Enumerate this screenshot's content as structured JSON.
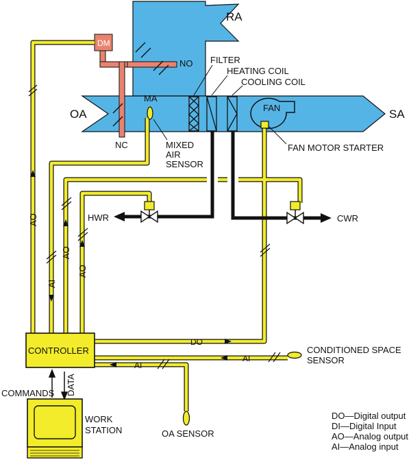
{
  "colors": {
    "duct": "#55b4e6",
    "signal_wire": "#f2ec2a",
    "wire_outline": "#111111",
    "damper_link": "#e8836f",
    "pipe": "#111111",
    "controller": "#f2ec2a",
    "workstation": "#f2ec2a"
  },
  "labels": {
    "ra": "RA",
    "oa": "OA",
    "sa": "SA",
    "ma": "MA",
    "dm": "DM",
    "no": "NO",
    "nc": "NC",
    "filter": "FILTER",
    "heating_coil": "HEATING COIL",
    "cooling_coil": "COOLING COIL",
    "fan": "FAN",
    "fan_motor_starter": "FAN MOTOR STARTER",
    "mixed_air_sensor": [
      "MIXED",
      "AIR",
      "SENSOR"
    ],
    "hwr": "HWR",
    "cwr": "CWR",
    "controller": "CONTROLLER",
    "commands": "COMMANDS",
    "data": "DATA",
    "work_station": [
      "WORK",
      "STATION"
    ],
    "oa_sensor": "OA SENSOR",
    "conditioned_space_sensor": [
      "CONDITIONED SPACE",
      "SENSOR"
    ],
    "signal_ao": "AO",
    "signal_ai": "AI",
    "signal_do": "DO"
  },
  "legend": [
    "DO—Digital output",
    "DI—Digital Input",
    "AO—Analog output",
    "AI—Analog input"
  ]
}
